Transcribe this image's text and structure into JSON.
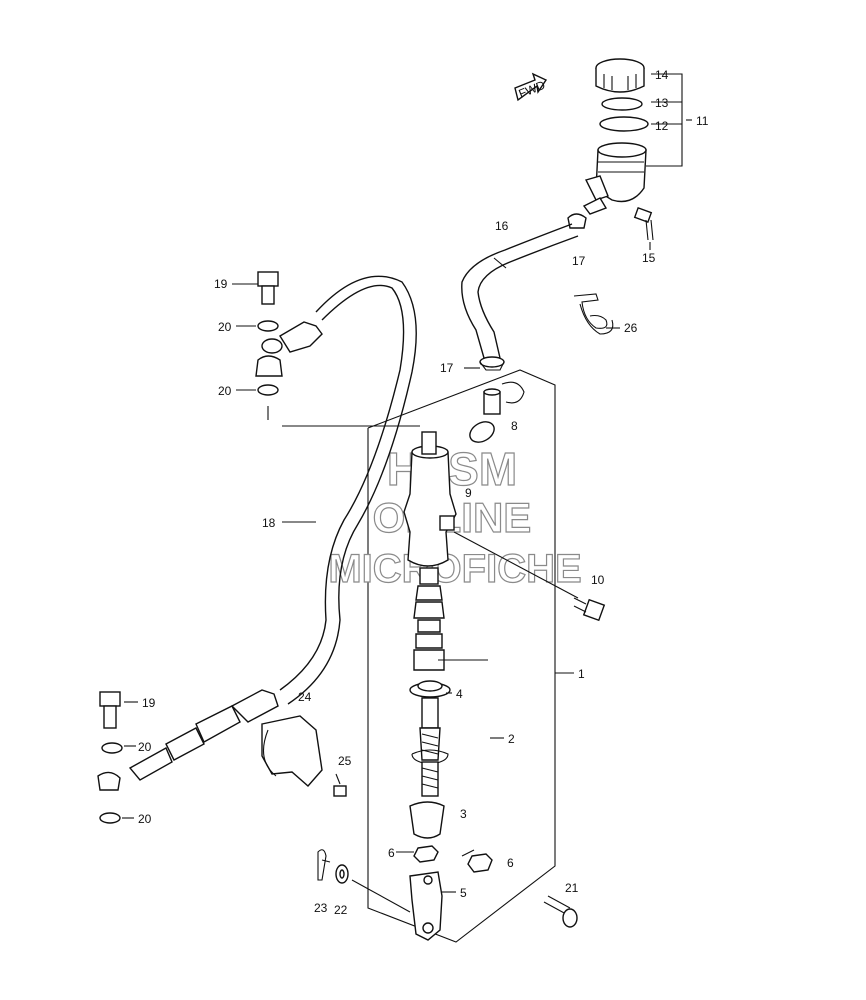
{
  "watermark": {
    "line1": "HLSM",
    "line2": "ONLINE",
    "line3": "MICROFICHE"
  },
  "fwd_badge": "FWD",
  "callouts": {
    "c1": "1",
    "c2": "2",
    "c3": "3",
    "c4": "4",
    "c5": "5",
    "c6a": "6",
    "c6b": "6",
    "c8": "8",
    "c9": "9",
    "c10": "10",
    "c11": "11",
    "c12": "12",
    "c13": "13",
    "c14": "14",
    "c15": "15",
    "c16": "16",
    "c17a": "17",
    "c17b": "17",
    "c18": "18",
    "c19a": "19",
    "c19b": "19",
    "c20a": "20",
    "c20b": "20",
    "c20c": "20",
    "c20d": "20",
    "c21": "21",
    "c22": "22",
    "c23": "23",
    "c24": "24",
    "c25": "25",
    "c26": "26"
  }
}
